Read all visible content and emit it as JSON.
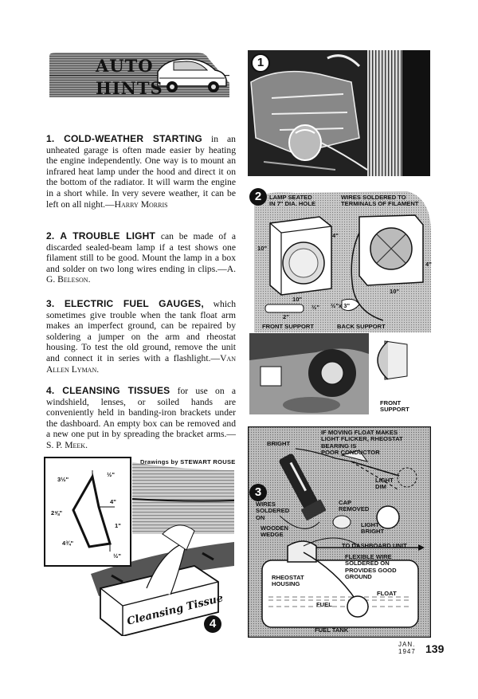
{
  "header": {
    "line1": "AUTO",
    "line2": "HINTS"
  },
  "articles": [
    {
      "lead": "1. COLD-WEATHER STARTING",
      "body": " in an unheated garage is often made easier by heating the engine independently. One way is to mount an infrared heat lamp under the hood and direct it on the bottom of the radiator. It will warm the engine in a short while. In very severe weather, it can be left on all night.—",
      "author": "Harry Morris"
    },
    {
      "lead": "2. A TROUBLE LIGHT",
      "body": " can be made of a discarded sealed-beam lamp if a test shows one filament still to be good. Mount the lamp in a box and solder on two long wires ending in clips.—",
      "author": "A. G. Beleson."
    },
    {
      "lead": "3. ELECTRIC FUEL GAUGES,",
      "body": " which sometimes give trouble when the tank float arm makes an imperfect ground, can be repaired by soldering a jumper on the arm and rheostat housing. To test the old ground, remove the unit and connect it in series with a flashlight.—",
      "author": "Van Allen Lyman."
    },
    {
      "lead": "4. CLEANSING TISSUES",
      "body": " for use on a windshield, lenses, or soiled hands are conveniently held in banding-iron brackets under the dashboard. An empty box can be removed and a new one put in by spreading the bracket arms.—",
      "author": "S. P. Meek."
    }
  ],
  "credit": "Drawings by STEWART ROUSE",
  "figures": {
    "fig1": {
      "number": "1"
    },
    "fig2": {
      "number": "2",
      "labels": {
        "lamp_seated": "LAMP SEATED\nIN 7\" DIA. HOLE",
        "wires_soldered": "WIRES SOLDERED TO\nTERMINALS OF FILAMENT",
        "dim_4a": "4\"",
        "dim_10a": "10\"",
        "dim_10b": "10\"",
        "dim_4b": "4\"",
        "dim_10c": "10\"",
        "dim_2": "2\"",
        "dim_half": "½\"",
        "dim_strip": "½\"x 3\"",
        "front_support": "FRONT SUPPORT",
        "back_support": "BACK SUPPORT",
        "front_support_2": "FRONT\nSUPPORT"
      }
    },
    "fig3": {
      "number": "3",
      "labels": {
        "bright": "BRIGHT",
        "moving_float": "IF MOVING FLOAT MAKES\nLIGHT FLICKER, RHEOSTAT\nBEARING IS\nPOOR CONDUCTOR",
        "light_dim": "LIGHT\nDIM",
        "wires_soldered_on": "WIRES\nSOLDERED\nON",
        "cap_removed": "CAP\nREMOVED",
        "wooden_wedge": "WOODEN\nWEDGE",
        "light_bright": "LIGHT\nBRIGHT",
        "to_dashboard": "TO DASHBOARD UNIT",
        "flexible_wire": "FLEXIBLE WIRE\nSOLDERED ON\nPROVIDES GOOD\nGROUND",
        "rheostat_housing": "RHEOSTAT\nHOUSING",
        "float": "FLOAT",
        "fuel": "FUEL",
        "fuel_tank": "FUEL TANK"
      }
    },
    "fig4": {
      "number": "4",
      "labels": {
        "d1": "3½\"",
        "d2": "½\"",
        "d3": "4\"",
        "d4": "2⅝\"",
        "d5": "1\"",
        "d6": "4¾\"",
        "d7": "½\"",
        "box_text": "Cleansing Tissue"
      }
    }
  },
  "folio": {
    "month": "JAN.",
    "year": "1947",
    "page": "139"
  }
}
